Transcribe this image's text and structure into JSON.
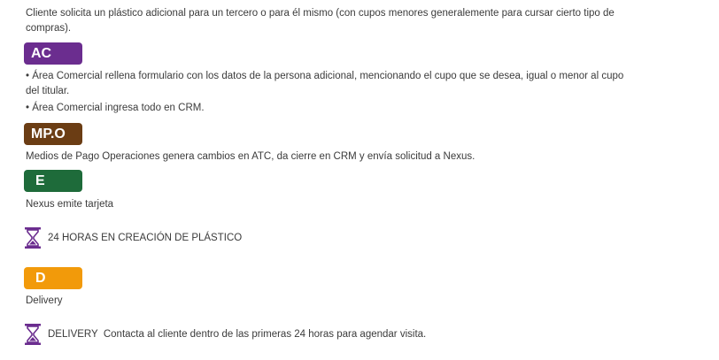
{
  "intro": {
    "line1": "Cliente solicita un plástico adicional para un tercero o para él mismo (con cupos menores generalemente para cursar cierto tipo de",
    "line2": "compras)."
  },
  "steps": [
    {
      "code": "AC",
      "color": "#6b2d8f"
    },
    {
      "code": "MP.O",
      "color": "#6b3d14"
    },
    {
      "code": "E",
      "color": "#1e6b3a"
    },
    {
      "code": "D",
      "color": "#f29a0a"
    }
  ],
  "ac": {
    "bullet1_line1": "• Área Comercial rellena formulario con los datos de la persona adicional, mencionando el cupo que se desea, igual o menor al cupo",
    "bullet1_line2": "del titular.",
    "bullet2": "• Área Comercial ingresa todo en CRM."
  },
  "mpo": {
    "text": "Medios de Pago Operaciones genera cambios en ATC, da cierre en CRM y envía solicitud a Nexus."
  },
  "e": {
    "text": "Nexus emite tarjeta"
  },
  "timer1": {
    "icon": "hourglass-icon",
    "text": "24 HORAS EN CREACIÓN DE PLÁSTICO"
  },
  "d": {
    "text": "Delivery"
  },
  "timer2": {
    "icon": "hourglass-icon",
    "text": "DELIVERY  Contacta al cliente dentro de las primeras 24 horas para agendar visita."
  },
  "colors": {
    "hourglass": "#6b2d8f"
  }
}
